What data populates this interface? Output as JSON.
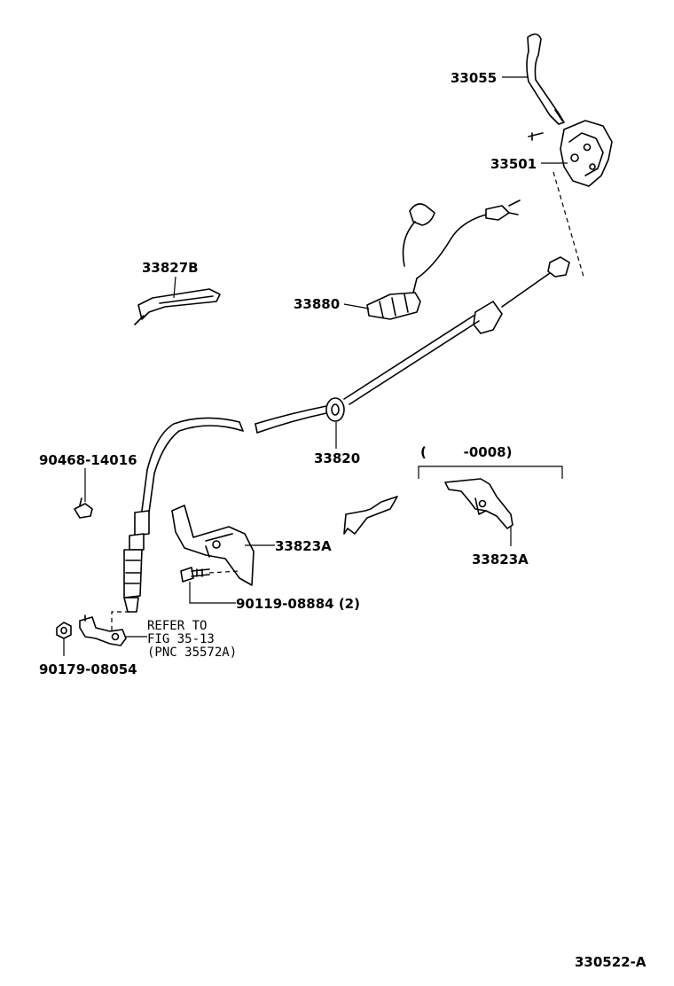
{
  "labels": {
    "p33055": "33055",
    "p33501": "33501",
    "p33827B": "33827B",
    "p33880": "33880",
    "p33820": "33820",
    "p90468": "90468-14016",
    "p33823A_left": "33823A",
    "p33823A_right": "33823A",
    "p90119": "90119-08884 (2)",
    "p90179": "90179-08054",
    "range_note": "(        -0008)",
    "refer_line1": "REFER TO",
    "refer_line2": "FIG 35-13",
    "refer_line3": "(PNC 35572A)",
    "figure_id": "330522-A"
  }
}
